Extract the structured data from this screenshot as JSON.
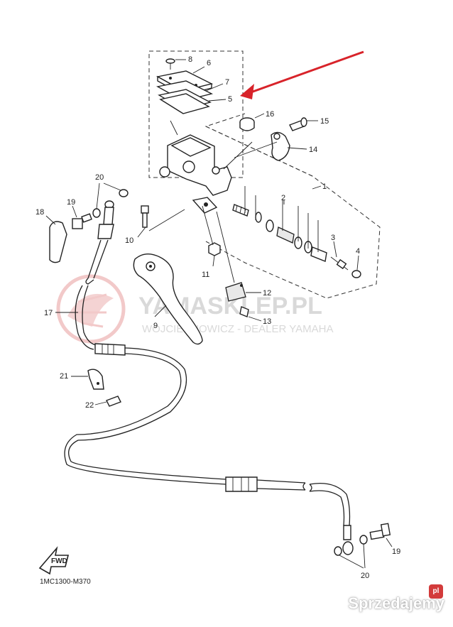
{
  "diagram": {
    "callouts": {
      "c1": "1",
      "c2": "2",
      "c3": "3",
      "c4": "4",
      "c5": "5",
      "c6": "6",
      "c7": "7",
      "c8": "8",
      "c9": "9",
      "c10": "10",
      "c11": "11",
      "c12": "12",
      "c13": "13",
      "c14": "14",
      "c15": "15",
      "c16": "16",
      "c17": "17",
      "c18": "18",
      "c19a": "19",
      "c19b": "19",
      "c20a": "20",
      "c20b": "20",
      "c21": "21",
      "c22": "22"
    },
    "diagram_code": "1MC1300-M370",
    "fwd_label": "FWD"
  },
  "watermark": {
    "line1": "YAMASKLEP.PL",
    "line2": "WOJCIECHOWICZ - DEALER YAMAHA"
  },
  "brand": {
    "name": "Sprzedajemy",
    "badge": "pl"
  },
  "colors": {
    "arrow": "#d8232a",
    "watermark_logo": "#f2c9c9",
    "brand_badge": "#d33b3b"
  }
}
